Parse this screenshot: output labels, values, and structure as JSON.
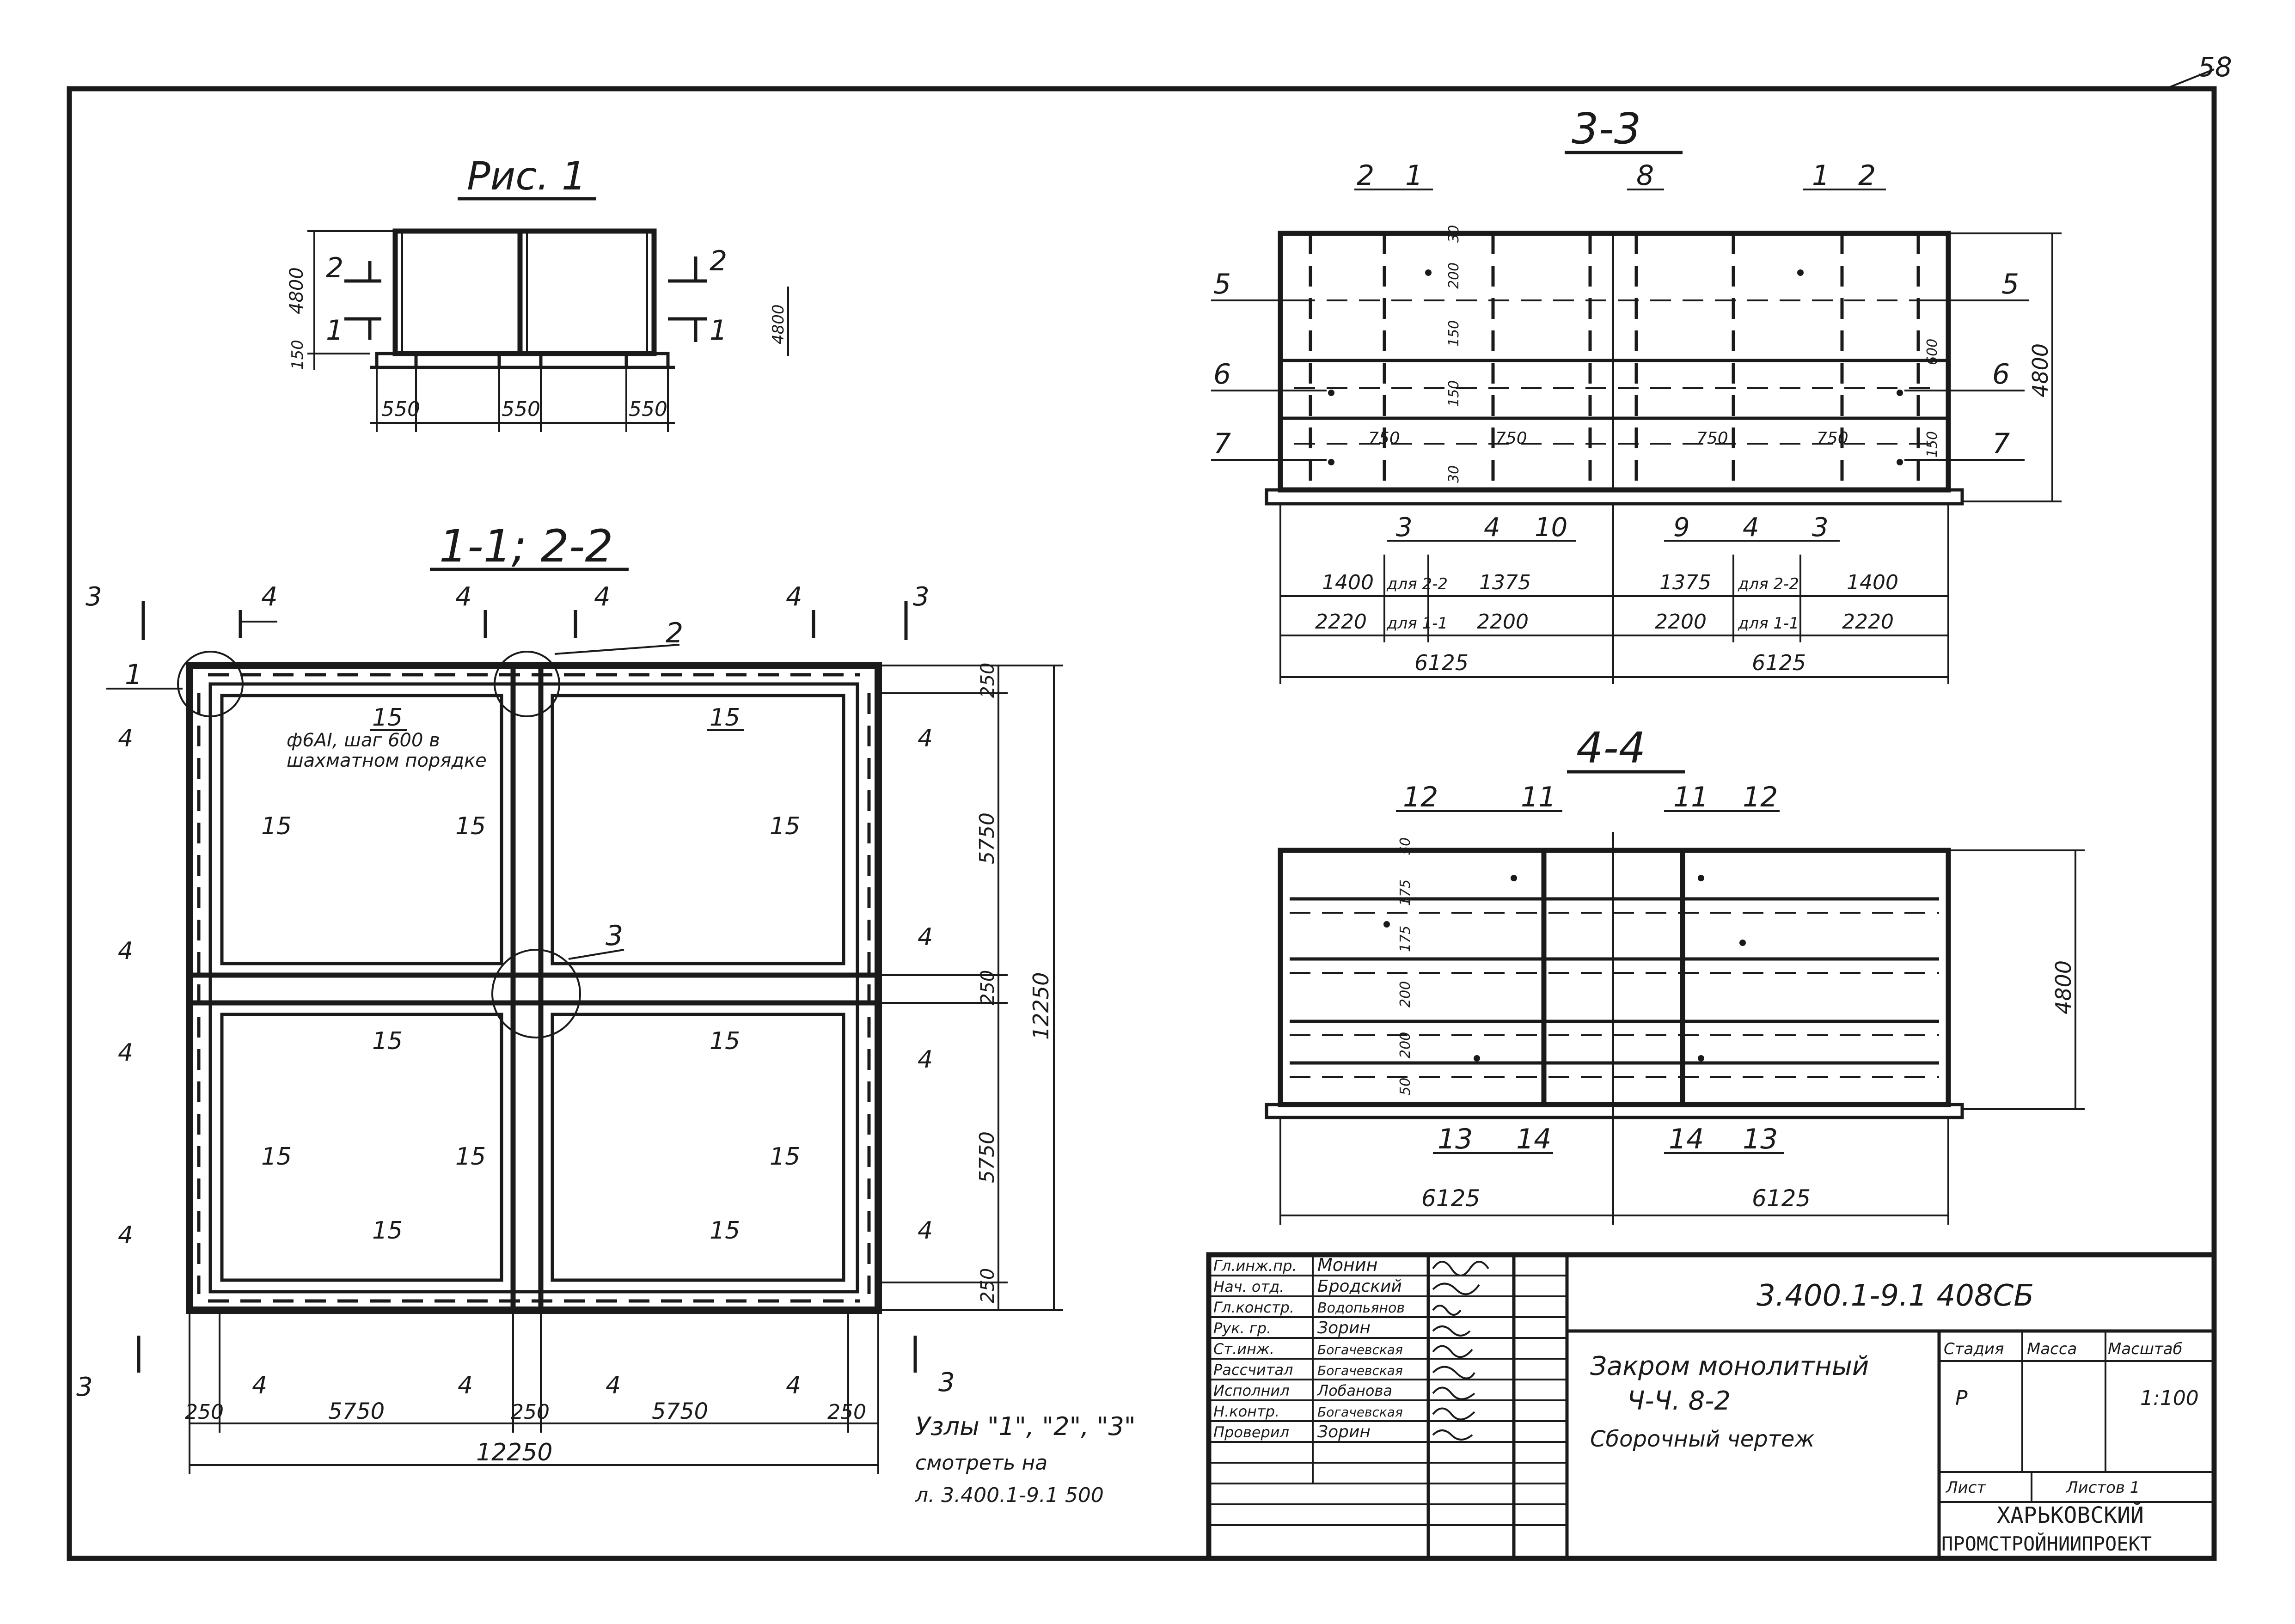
{
  "sheet": {
    "page_no": "58"
  },
  "fig1": {
    "title": "Рис. 1",
    "h_left": "4800",
    "h_right": "4800",
    "base": "150",
    "widths": [
      "550",
      "550",
      "550"
    ],
    "mark_left": "2",
    "mark_left2": "1",
    "mark_right": "2",
    "mark_right2": "1"
  },
  "plan": {
    "title": "1-1; 2-2",
    "dims_bottom": [
      "250",
      "5750",
      "250",
      "5750",
      "250"
    ],
    "total_bottom": "12250",
    "dims_right": [
      "250",
      "5750",
      "250",
      "5750",
      "250"
    ],
    "total_right": "12250",
    "note": "ф6АI, шаг 600 в шахматном порядке",
    "callouts": [
      "1",
      "2",
      "3"
    ],
    "item_label": "15",
    "section4": "4",
    "section3": "3"
  },
  "sec33": {
    "title": "3-3",
    "height": "4800",
    "top_marks": [
      "2",
      "1",
      "8",
      "1",
      "2"
    ],
    "side_marks": [
      "5",
      "6",
      "7"
    ],
    "bottom_marks": [
      "3",
      "4",
      "10",
      "9",
      "4",
      "3"
    ],
    "inner_dims": [
      "30",
      "200",
      "150",
      "150",
      "30",
      "600",
      "150",
      "750",
      "750",
      "750",
      "750"
    ],
    "row1": [
      "1400",
      "для 2-2",
      "1375",
      "1375",
      "для 2-2",
      "1400"
    ],
    "row2": [
      "2220",
      "для 1-1",
      "2200",
      "2200",
      "для 1-1",
      "2220"
    ],
    "row3": [
      "6125",
      "6125"
    ]
  },
  "sec44": {
    "title": "4-4",
    "height": "4800",
    "top_marks": [
      "12",
      "11",
      "11",
      "12"
    ],
    "bottom_marks": [
      "13",
      "14",
      "14",
      "13"
    ],
    "inner_dims": [
      "50",
      "175",
      "175",
      "200",
      "200",
      "50"
    ],
    "widths": [
      "6125",
      "6125"
    ]
  },
  "nodes_note": {
    "line1": "Узлы \"1\", \"2\", \"3\"",
    "line2": "смотреть на",
    "line3": "л. 3.400.1-9.1 500"
  },
  "title_block": {
    "code": "3.400.1-9.1 408СБ",
    "name_line1": "Закром монолитный",
    "name_line2": "Ч-Ч. 8-2",
    "name_line3": "Сборочный чертеж",
    "hdr_stage": "Стадия",
    "hdr_mass": "Масса",
    "hdr_scale": "Масштаб",
    "stage": "Р",
    "scale": "1:100",
    "sheet": "Лист",
    "sheets": "Листов  1",
    "org1": "ХАРЬКОВСКИЙ",
    "org2": "ПРОМСТРОЙНИИПРОЕКТ",
    "roles": [
      {
        "role": "Гл.инж.пр.",
        "name": "Монин"
      },
      {
        "role": "Нач. отд.",
        "name": "Бродский"
      },
      {
        "role": "Гл.констр.",
        "name": "Водопьянов"
      },
      {
        "role": "Рук. гр.",
        "name": "Зорин"
      },
      {
        "role": "Ст.инж.",
        "name": "Богачевская"
      },
      {
        "role": "Рассчитал",
        "name": "Богачевская"
      },
      {
        "role": "Исполнил",
        "name": "Лобанова"
      },
      {
        "role": "Н.контр.",
        "name": "Богачевская"
      },
      {
        "role": "Проверил",
        "name": "Зорин"
      }
    ]
  }
}
